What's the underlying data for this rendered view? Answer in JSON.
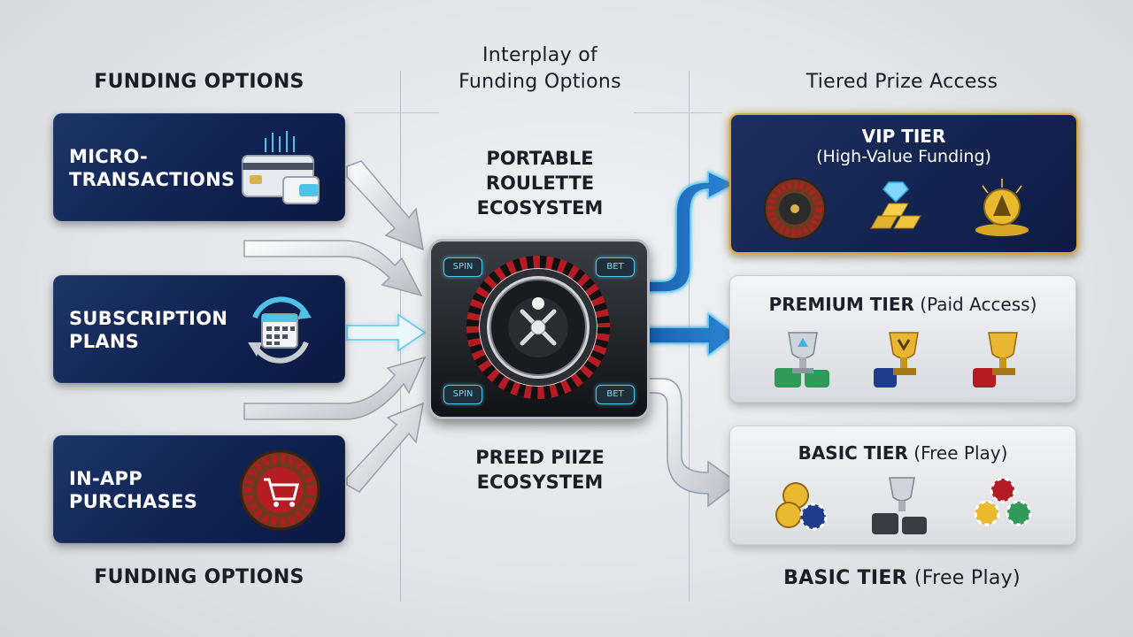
{
  "headings": {
    "left_top": "FUNDING OPTIONS",
    "center_top_line1": "Interplay of",
    "center_top_line2": "Funding Options",
    "right_top": "Tiered Prize Access",
    "left_bottom": "FUNDING OPTIONS",
    "right_bottom_bold": "BASIC TIER",
    "right_bottom_sub": "(Free Play)"
  },
  "funding": [
    {
      "line1": "MICRO-",
      "line2": "TRANSACTIONS",
      "icon": "credit-card-wallet-icon"
    },
    {
      "line1": "SUBSCRIPTION",
      "line2": "PLANS",
      "icon": "calendar-renew-icon"
    },
    {
      "line1": "IN-APP",
      "line2": "PURCHASES",
      "icon": "roulette-cart-icon"
    }
  ],
  "center": {
    "top_line1": "PORTABLE",
    "top_line2": "ROULETTE",
    "top_line3": "ECOSYSTEM",
    "bottom_line1": "PREED PIIZE",
    "bottom_line2": "ECOSYSTEM",
    "device_buttons": [
      "SPIN",
      "BET",
      "SPIN",
      "BET"
    ]
  },
  "tiers": {
    "vip": {
      "title": "VIP TIER",
      "subtitle": "(High-Value Funding)",
      "icons": [
        "roulette-wheel-icon",
        "gold-bars-diamond-icon",
        "gold-coins-emblem-icon"
      ]
    },
    "premium": {
      "title": "PREMIUM TIER",
      "subtitle": "(Paid Access)",
      "icons": [
        "silver-trophy-chips-icon",
        "gold-trophy-chips-icon",
        "gold-trophy-red-chips-icon"
      ]
    },
    "basic": {
      "title": "BASIC TIER",
      "subtitle": "(Free Play)",
      "icons": [
        "gold-coins-chip-icon",
        "silver-trophy-chips-icon",
        "casino-chips-icon"
      ]
    }
  },
  "colors": {
    "card_navy": "#0f2150",
    "vip_gold": "#d6a83c",
    "arrow_blue": "#2e7fd0",
    "arrow_glow": "#6fd4f2",
    "arrow_silver": "#c9ccd2"
  }
}
